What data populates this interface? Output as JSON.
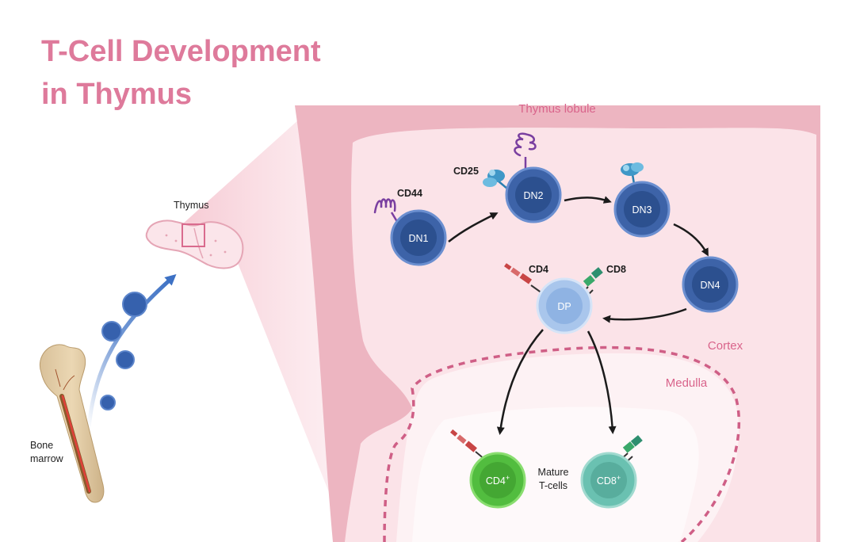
{
  "title": {
    "line1": "T-Cell Development",
    "line2": "in Thymus"
  },
  "labels": {
    "thymus": "Thymus",
    "bone_marrow_line1": "Bone",
    "bone_marrow_line2": "marrow",
    "thymus_lobule": "Thymus lobule",
    "cortex": "Cortex",
    "medulla": "Medulla",
    "mature_line1": "Mature",
    "mature_line2": "T-cells"
  },
  "markers": {
    "cd44": "CD44",
    "cd25": "CD25",
    "cd4": "CD4",
    "cd8": "CD8"
  },
  "cells": {
    "dn1": "DN1",
    "dn2": "DN2",
    "dn3": "DN3",
    "dn4": "DN4",
    "dp": "DP",
    "cd4_mature": "CD4",
    "cd8_mature": "CD8",
    "plus": "+"
  },
  "colors": {
    "title": "#de7a9b",
    "lobule_wall": "#edb5c1",
    "cortex_fill": "#fbe3e8",
    "medulla_fill": "#fdf1f4",
    "dn_cell": "#3d63a8",
    "dp_cell": "#a9c6ec",
    "cd4_cell": "#52bd3f",
    "cd8_cell": "#6ac1b1"
  },
  "icons": [
    "bone-marrow-icon",
    "thymus-organ-icon",
    "cd44-receptor-icon",
    "cd25-receptor-icon",
    "cd4-receptor-icon",
    "cd8-receptor-icon",
    "arrow-icon"
  ]
}
